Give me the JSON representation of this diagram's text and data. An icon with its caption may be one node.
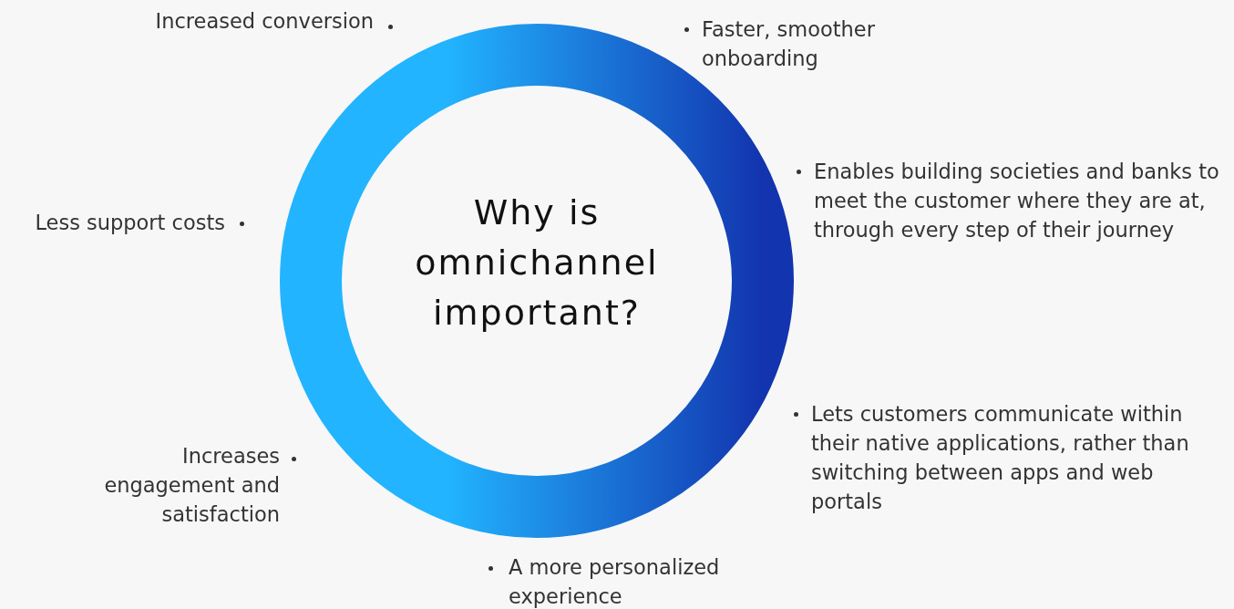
{
  "diagram": {
    "nodes": [
      {
        "text": [
          "Why is omnichannel important?"
        ]
      }
    ],
    "labels": [
      "Increased conversion",
      "Faster, smoother onboarding",
      "Enables building societies and banks to meet the customer where they are at, through every step of their journey",
      "Less support costs",
      "Lets customers communicate within their native applications, rather than switching between apps and web portals",
      "Increases engagement and satisfaction",
      "A more personalized experience"
    ]
  }
}
